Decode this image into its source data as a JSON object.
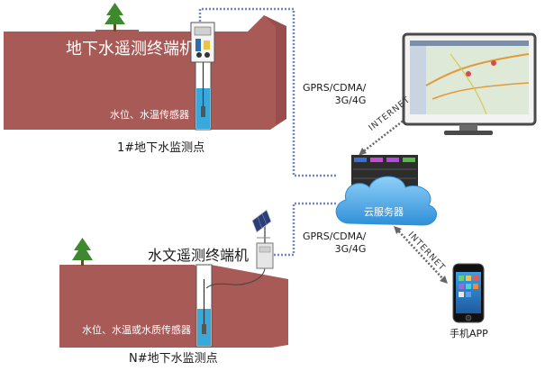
{
  "site1": {
    "terminal_label": "地下水遥测终端机",
    "sensor_label": "水位、水温传感器",
    "caption": "1#地下水监测点"
  },
  "siteN": {
    "terminal_label": "水文遥测终端机",
    "sensor_label": "水位、水温或水质传感器",
    "caption": "N#地下水监测点"
  },
  "links": {
    "upper_network": "GPRS/CDMA/\n3G/4G",
    "lower_network": "GPRS/CDMA/\n3G/4G",
    "internet_top": "INTERNET",
    "internet_bottom": "INTERNET"
  },
  "server": {
    "label": "云服务器"
  },
  "phone": {
    "label": "手机APP"
  },
  "colors": {
    "ground": "#a85a57",
    "ground_dark": "#8e4644",
    "tree": "#3d8a2e",
    "water": "#39a9dc",
    "link": "#6f86c4",
    "cloud": "#3ca3e6"
  }
}
